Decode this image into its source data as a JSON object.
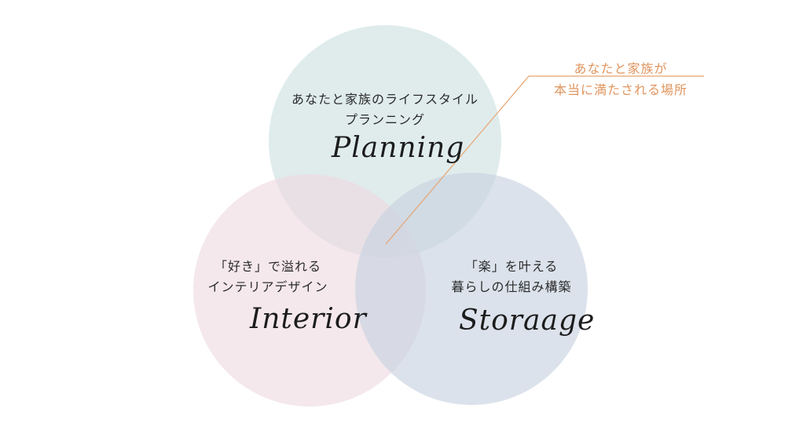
{
  "colors": {
    "top_circle": "#dde9e9",
    "left_circle": "#f1e4e9",
    "right_circle": "#dbe1e9",
    "callout_accent": "#e8a36e",
    "text": "#2b2b2b"
  },
  "circles": {
    "top": {
      "line1": "あなたと家族のライフスタイル",
      "line2": "プランニング",
      "script": "Planning"
    },
    "left": {
      "line1": "「好き」で溢れる",
      "line2": "インテリアデザイン",
      "script": "Interior"
    },
    "right": {
      "line1": "「楽」を叶える",
      "line2": "暮らしの仕組み構築",
      "script": "Storaage"
    }
  },
  "callout": {
    "line1": "あなたと家族が",
    "line2": "本当に満たされる場所"
  }
}
